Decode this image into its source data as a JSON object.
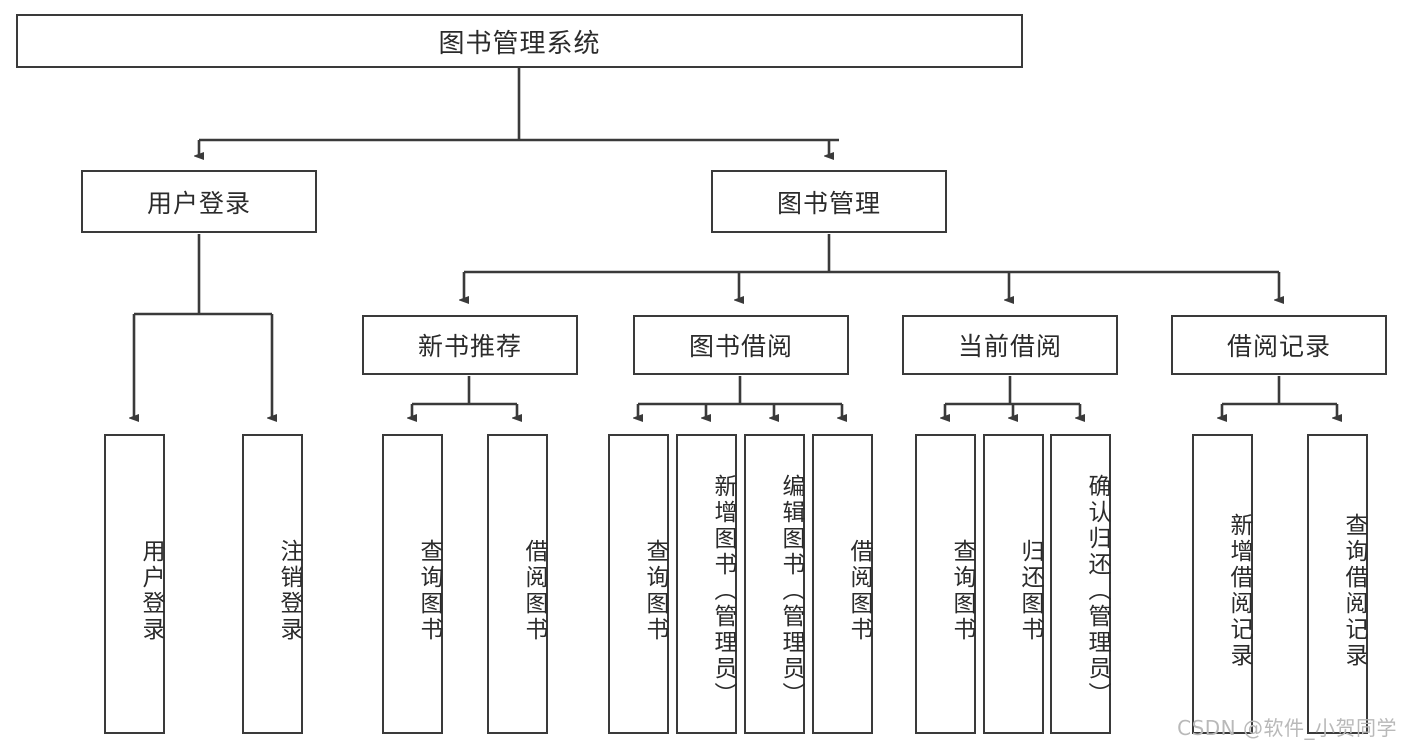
{
  "diagram": {
    "title": "图书管理系统",
    "type": "tree",
    "watermark": "CSDN @软件_小贺同学",
    "colors": {
      "box_border": "#3a3a3a",
      "box_fill": "#ffffff",
      "connector": "#3a3a3a",
      "text": "#2b2b2b",
      "watermark": "#b9b9b9",
      "background": "#ffffff"
    },
    "levels": {
      "root": {
        "label": "图书管理系统"
      },
      "level2": [
        {
          "label": "用户登录"
        },
        {
          "label": "图书管理"
        }
      ],
      "level3": [
        {
          "label": "新书推荐"
        },
        {
          "label": "图书借阅"
        },
        {
          "label": "当前借阅"
        },
        {
          "label": "借阅记录"
        }
      ],
      "leaves": {
        "user_login": [
          {
            "label": "用户登录"
          },
          {
            "label": "注销登录"
          }
        ],
        "new_book_recommend": [
          {
            "label": "查询图书"
          },
          {
            "label": "借阅图书"
          }
        ],
        "book_borrow": [
          {
            "label": "查询图书"
          },
          {
            "label": "新增图书（管理员）"
          },
          {
            "label": "编辑图书（管理员）"
          },
          {
            "label": "借阅图书"
          }
        ],
        "current_borrow": [
          {
            "label": "查询图书"
          },
          {
            "label": "归还图书"
          },
          {
            "label": "确认归还（管理员）"
          }
        ],
        "borrow_record": [
          {
            "label": "新增借阅记录"
          },
          {
            "label": "查询借阅记录"
          }
        ]
      }
    }
  }
}
